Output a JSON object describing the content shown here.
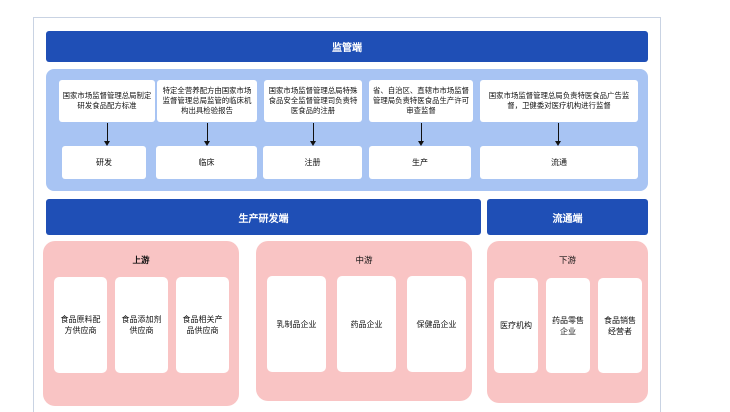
{
  "supervision": {
    "title": "监管端",
    "items": [
      {
        "desc": "国家市场监督管理总局制定研发食品配方标准",
        "stage": "研发"
      },
      {
        "desc": "特定全营养配方由国家市场监督管理总局监管的临床机构出具检验报告",
        "stage": "临床"
      },
      {
        "desc": "国家市场监督管理总局特殊食品安全监督管理司负责特医食品的注册",
        "stage": "注册"
      },
      {
        "desc": "省、自治区、直辖市市场监督管理局负责特医食品生产许可审查监督",
        "stage": "生产"
      },
      {
        "desc": "国家市场监督管理总局负责特医食品广告监督，卫健委对医疗机构进行监督",
        "stage": "流通"
      }
    ]
  },
  "production": {
    "title": "生产研发端",
    "upstream": {
      "title": "上游",
      "items": [
        "食品原料配方供应商",
        "食品添加剂供应商",
        "食品相关产品供应商"
      ]
    },
    "midstream": {
      "title": "中游",
      "items": [
        "乳制品企业",
        "药品企业",
        "保健品企业"
      ]
    }
  },
  "circulation": {
    "title": "流通端",
    "downstream": {
      "title": "下游",
      "items": [
        "医疗机构",
        "药品零售企业",
        "食品销售经营者"
      ]
    }
  }
}
